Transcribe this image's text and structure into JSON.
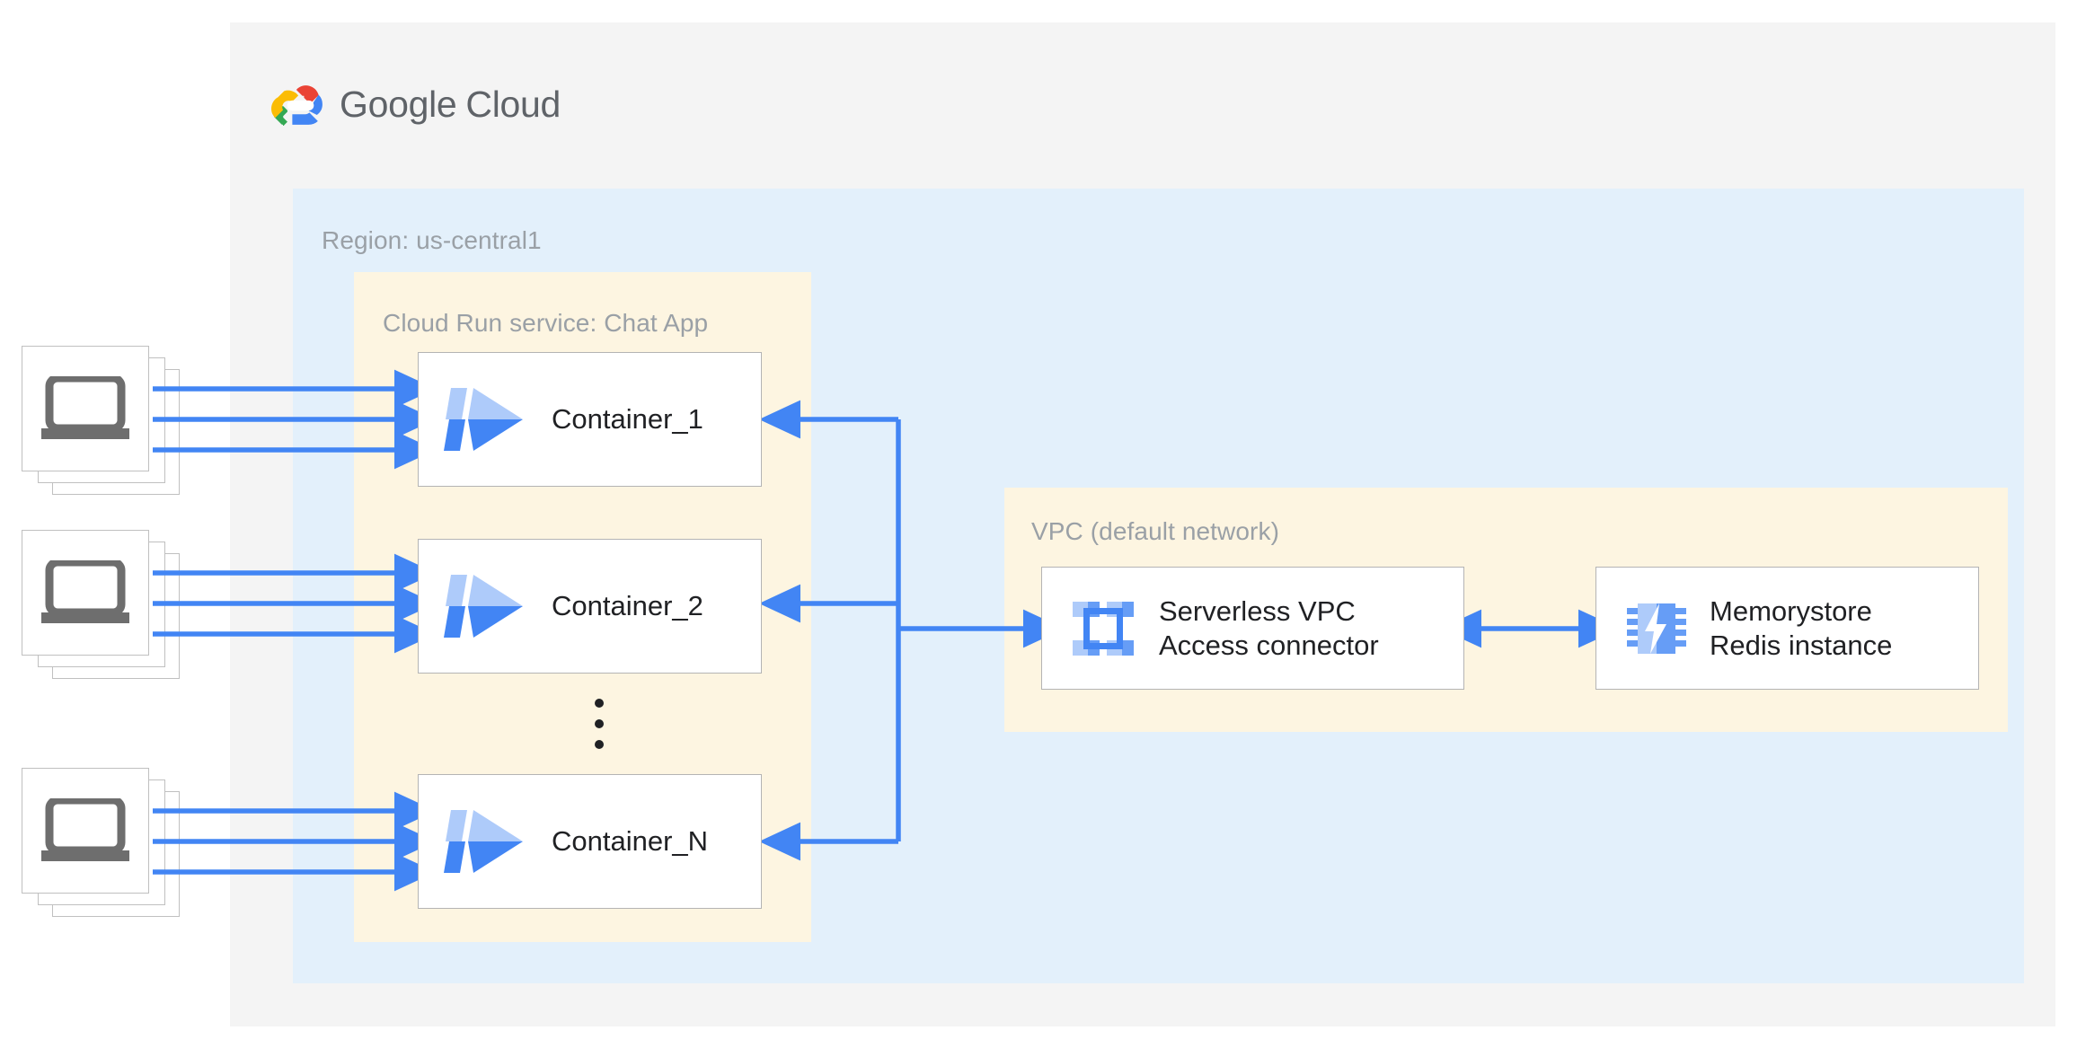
{
  "diagram": {
    "title": "Google Cloud",
    "brand_color": "#4285f4",
    "accent_arrow_color": "#4285f4",
    "panel_colors": {
      "google_cloud": "#f4f4f4",
      "region": "#e3f0fb",
      "service": "#fdf5e1"
    }
  },
  "logo": {
    "word_1": "Google",
    "word_2": "Cloud",
    "icon": "google-cloud-logo-icon",
    "colors": {
      "red": "#ea4335",
      "yellow": "#fbbc04",
      "green": "#34a853",
      "blue": "#4285f4"
    }
  },
  "panels": {
    "region": {
      "label": "Region: us-central1"
    },
    "cloud_run": {
      "label": "Cloud Run service: Chat App"
    },
    "vpc": {
      "label": "VPC (default network)"
    }
  },
  "clients": [
    {
      "name": "client-stack-1",
      "icon": "laptop-icon"
    },
    {
      "name": "client-stack-2",
      "icon": "laptop-icon"
    },
    {
      "name": "client-stack-3",
      "icon": "laptop-icon"
    }
  ],
  "containers": [
    {
      "label": "Container_1",
      "icon": "cloud-run-icon"
    },
    {
      "label": "Container_2",
      "icon": "cloud-run-icon"
    },
    {
      "label": "Container_N",
      "icon": "cloud-run-icon"
    }
  ],
  "ellipsis": {
    "glyph": "vertical-ellipsis",
    "dots": 3
  },
  "services": {
    "vpc_connector": {
      "label": "Serverless VPC\nAccess connector",
      "icon": "serverless-vpc-access-connector-icon"
    },
    "memorystore": {
      "label": "Memorystore\nRedis instance",
      "icon": "memorystore-redis-icon"
    }
  },
  "connections": [
    {
      "from": "client-stack-1",
      "to": "Container_1",
      "direction": "one-way",
      "lanes": 3
    },
    {
      "from": "client-stack-2",
      "to": "Container_2",
      "direction": "one-way",
      "lanes": 3
    },
    {
      "from": "client-stack-3",
      "to": "Container_N",
      "direction": "one-way",
      "lanes": 3
    },
    {
      "from": "Serverless VPC Access connector",
      "to": "Container_1",
      "direction": "one-way"
    },
    {
      "from": "Serverless VPC Access connector",
      "to": "Container_2",
      "direction": "one-way"
    },
    {
      "from": "Serverless VPC Access connector",
      "to": "Container_N",
      "direction": "one-way"
    },
    {
      "from": "Containers trunk",
      "to": "Serverless VPC Access connector",
      "direction": "one-way"
    },
    {
      "from": "Serverless VPC Access connector",
      "to": "Memorystore Redis instance",
      "direction": "two-way"
    }
  ]
}
